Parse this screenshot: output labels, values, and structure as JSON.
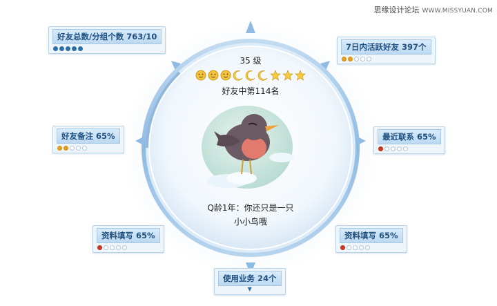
{
  "watermark": {
    "text": "思缘设计论坛",
    "site": "WWW.MISSYUAN.COM"
  },
  "level": {
    "label": "35 级"
  },
  "level_icons": [
    "smile-icon",
    "smile-icon",
    "smile-icon",
    "moon-icon",
    "moon-icon",
    "moon-icon",
    "star-icon",
    "star-icon",
    "star-icon"
  ],
  "rank": {
    "label": "好友中第114名"
  },
  "qage": {
    "line1": "Q龄1年：你还只是一只",
    "line2": "小小鸟哦"
  },
  "cards": {
    "total_friends": {
      "label": "好友总数/分组个数  763/10",
      "dots": [
        "blue",
        "blue",
        "blue",
        "blue",
        "blue"
      ]
    },
    "active_7d": {
      "label": "7日内活跃好友  397个",
      "dots": [
        "orange",
        "orange",
        "empty",
        "empty",
        "empty"
      ]
    },
    "remark": {
      "label": "好友备注  65%",
      "dots": [
        "orange",
        "orange",
        "empty",
        "empty",
        "empty"
      ]
    },
    "recent": {
      "label": "最近联系  65%",
      "dots": [
        "red",
        "empty",
        "empty",
        "empty",
        "empty"
      ]
    },
    "profile_left": {
      "label": "资料填写  65%",
      "dots": [
        "red",
        "empty",
        "empty",
        "empty",
        "empty"
      ]
    },
    "profile_right": {
      "label": "资料填写  65%",
      "dots": [
        "red",
        "empty",
        "empty",
        "empty",
        "empty"
      ]
    },
    "services": {
      "label": "使用业务  24个"
    }
  },
  "colors": {
    "ring": "#9cc3e6",
    "ring_dark": "#6fa3d3",
    "label_text": "#1f4f7f",
    "dot_blue": "#2d6fa8",
    "dot_orange": "#e3a21a",
    "dot_red": "#cc3a22"
  }
}
